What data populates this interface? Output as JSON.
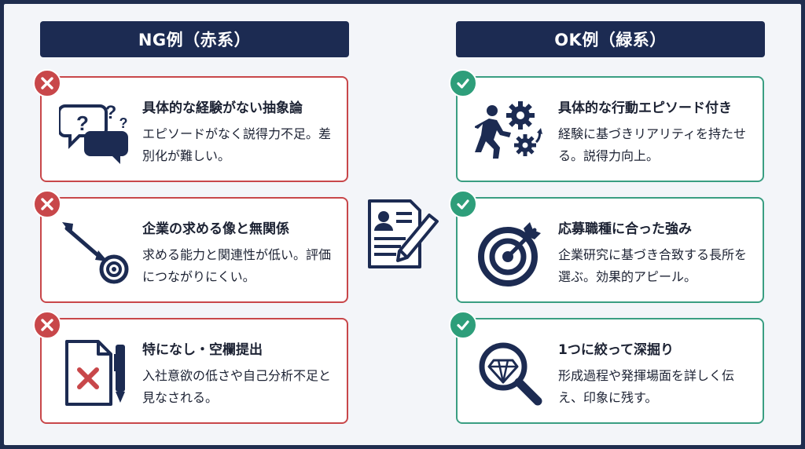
{
  "colors": {
    "header_bg": "#1c2b52",
    "ng_red": "#c8474a",
    "ok_green": "#2e9e7a",
    "icon_navy": "#1c2b52"
  },
  "ng": {
    "header": "NG例（赤系）",
    "items": [
      {
        "title": "具体的な経験がない抽象論",
        "desc": "エピソードがなく説得力不足。差別化が難しい。",
        "icon": "speech-bubbles-question-icon"
      },
      {
        "title": "企業の求める像と無関係",
        "desc": "求める能力と関連性が低い。評価につながりにくい。",
        "icon": "missed-arrow-target-icon"
      },
      {
        "title": "特になし・空欄提出",
        "desc": "入社意欲の低さや自己分析不足と見なされる。",
        "icon": "blank-document-pen-icon"
      }
    ]
  },
  "ok": {
    "header": "OK例（緑系）",
    "items": [
      {
        "title": "具体的な行動エピソード付き",
        "desc": "経験に基づきリアリティを持たせる。説得力向上。",
        "icon": "person-gears-icon"
      },
      {
        "title": "応募職種に合った強み",
        "desc": "企業研究に基づき合致する長所を選ぶ。効果的アピール。",
        "icon": "bullseye-target-icon"
      },
      {
        "title": "1つに絞って深掘り",
        "desc": "形成過程や発揮場面を詳しく伝え、印象に残す。",
        "icon": "magnifier-diamond-icon"
      }
    ]
  },
  "center_icon": "resume-pen-icon"
}
